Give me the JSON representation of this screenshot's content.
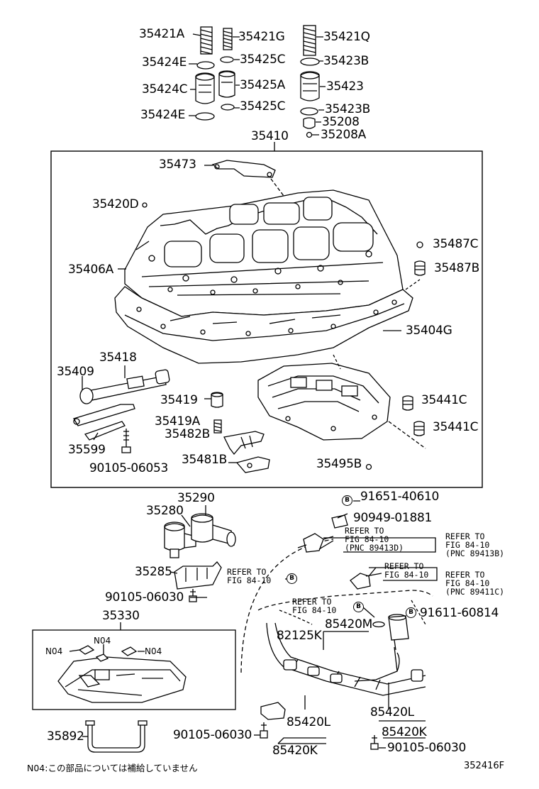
{
  "labels": {
    "l35421A": "35421A",
    "l35421G": "35421G",
    "l35421Q": "35421Q",
    "l35424E_a": "35424E",
    "l35425C_a": "35425C",
    "l35423B_a": "35423B",
    "l35424C": "35424C",
    "l35425A": "35425A",
    "l35423": "35423",
    "l35424E_b": "35424E",
    "l35425C_b": "35425C",
    "l35423B_b": "35423B",
    "l35208": "35208",
    "l35208A": "35208A",
    "l35410": "35410",
    "l35473": "35473",
    "l35420D": "35420D",
    "l35487C": "35487C",
    "l35406A": "35406A",
    "l35487B": "35487B",
    "l35404G": "35404G",
    "l35418": "35418",
    "l35409": "35409",
    "l35419": "35419",
    "l35441C_a": "35441C",
    "l35419A": "35419A",
    "l35482B": "35482B",
    "l35441C_b": "35441C",
    "l35599": "35599",
    "l90105_06053": "90105-06053",
    "l35481B": "35481B",
    "l35495B": "35495B",
    "l91651_40610": "91651-40610",
    "l35290": "35290",
    "l90949_01881": "90949-01881",
    "l35280": "35280",
    "l35285": "35285",
    "l90105_06030_a": "90105-06030",
    "l35330": "35330",
    "l91611_60814": "91611-60814",
    "l82125K": "82125K",
    "l85420M": "85420M",
    "l85420L_a": "85420L",
    "l85420K_a": "85420K",
    "l90105_06030_b": "90105-06030",
    "l85420L_b": "85420L",
    "l85420K_b": "85420K",
    "l35892": "35892",
    "l90105_06030_c": "90105-06030",
    "n04_a": "N04",
    "n04_b": "N04",
    "n04_c": "N04"
  },
  "references": {
    "ref1_l1": "REFER TO",
    "ref1_l2": "FIG 84-10",
    "ref1_l3": "(PNC 89413D)",
    "ref2_l1": "REFER TO",
    "ref2_l2": "FIG 84-10",
    "ref2_l3": "(PNC 89413B)",
    "ref3_l1": "REFER TO",
    "ref3_l2": "FIG 84-10",
    "ref4_l1": "REFER TO",
    "ref4_l2": "FIG 84-10",
    "ref5_l1": "REFER TO",
    "ref5_l2": "FIG 84-10",
    "ref5_l3": "(PNC 89411C)",
    "ref6_l1": "REFER TO",
    "ref6_l2": "FIG 84-10"
  },
  "marker_b": "B",
  "footnote": "N04:この部品については補給していません",
  "figure_code": "352416F",
  "icons": [
    "spring-icon",
    "o-ring-icon",
    "valve-sleeve-icon",
    "valve-body-icon",
    "solenoid-icon",
    "bolt-icon",
    "oil-strainer-icon",
    "wire-harness-icon"
  ]
}
